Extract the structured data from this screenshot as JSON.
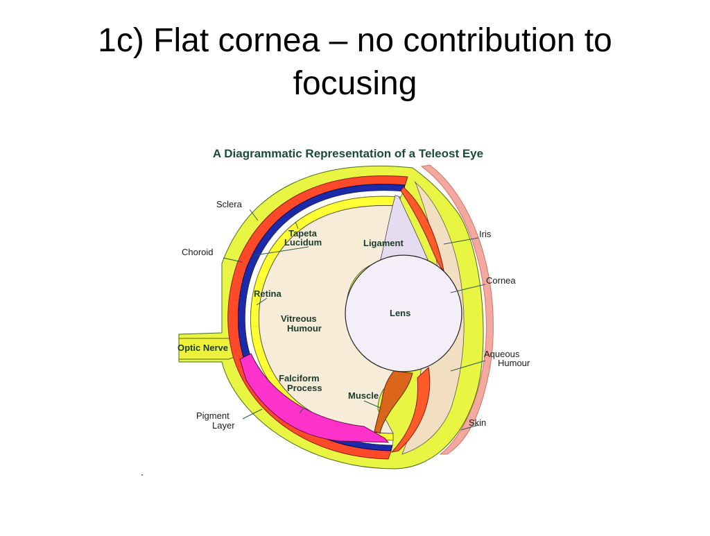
{
  "slide": {
    "title_line1": "1c) Flat cornea – no contribution to",
    "title_line2": "focusing"
  },
  "diagram": {
    "title": "A Diagrammatic Representation of a Teleost Eye",
    "labels": {
      "sclera": "Sclera",
      "tapeta1": "Tapeta",
      "tapeta2": "Lucidum",
      "choroid": "Choroid",
      "ligament": "Ligament",
      "iris": "Iris",
      "cornea": "Cornea",
      "retina": "Retina",
      "lens": "Lens",
      "vitreous1": "Vitreous",
      "vitreous2": "Humour",
      "optic": "Optic Nerve",
      "aqueous1": "Aqueous",
      "aqueous2": "Humour",
      "falciform1": "Falciform",
      "falciform2": "Process",
      "muscle": "Muscle",
      "pigment1": "Pigment",
      "pigment2": "Layer",
      "skin": "Skin"
    },
    "colors": {
      "sclera": "#e8f542",
      "choroid_red": "#ff4a2a",
      "pigment_blue": "#1b2aa8",
      "tapeta_yellow": "#ffff33",
      "retina_white": "#ffffff",
      "vitreous": "#f7ecd8",
      "lens": "#f4eef8",
      "ligament": "#e6dcf2",
      "falciform": "#ff33cc",
      "muscle": "#d9661a",
      "iris": "#ff5a2a",
      "aqueous": "#f2dfc2",
      "skin": "#f3a8a0",
      "optic": "#eef23a"
    }
  }
}
